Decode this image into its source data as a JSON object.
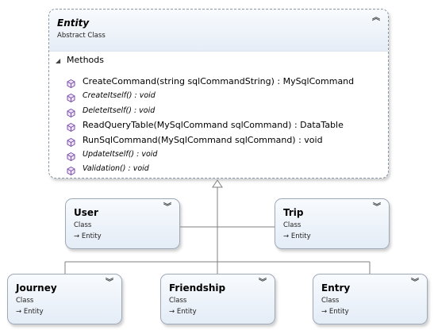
{
  "entity": {
    "name": "Entity",
    "kind": "Abstract Class",
    "collapse_icon": "double-chevron-up-icon",
    "section_title": "Methods",
    "methods": [
      {
        "text": "CreateCommand(string sqlCommandString) : MySqlCommand",
        "italic": false
      },
      {
        "text": "CreateItself() : void",
        "italic": true
      },
      {
        "text": "DeleteItself() : void",
        "italic": true
      },
      {
        "text": "ReadQueryTable(MySqlCommand sqlCommand) : DataTable",
        "italic": false
      },
      {
        "text": "RunSqlCommand(MySqlCommand sqlCommand) : void",
        "italic": false
      },
      {
        "text": "UpdateItself() : void",
        "italic": true
      },
      {
        "text": "Validation() : void",
        "italic": true
      }
    ]
  },
  "classes": {
    "user": {
      "name": "User",
      "kind": "Class",
      "base": "→ Entity"
    },
    "trip": {
      "name": "Trip",
      "kind": "Class",
      "base": "→ Entity"
    },
    "journey": {
      "name": "Journey",
      "kind": "Class",
      "base": "→ Entity"
    },
    "friendship": {
      "name": "Friendship",
      "kind": "Class",
      "base": "→ Entity"
    },
    "entry": {
      "name": "Entry",
      "kind": "Class",
      "base": "→ Entity"
    }
  },
  "icons": {
    "method": "method-cube-icon",
    "expand": "double-chevron-down-icon",
    "section": "collapse-triangle-icon"
  },
  "colors": {
    "border": "#9da9b8",
    "connector": "#7f7f7f",
    "method_icon": "#7a4fa8"
  }
}
